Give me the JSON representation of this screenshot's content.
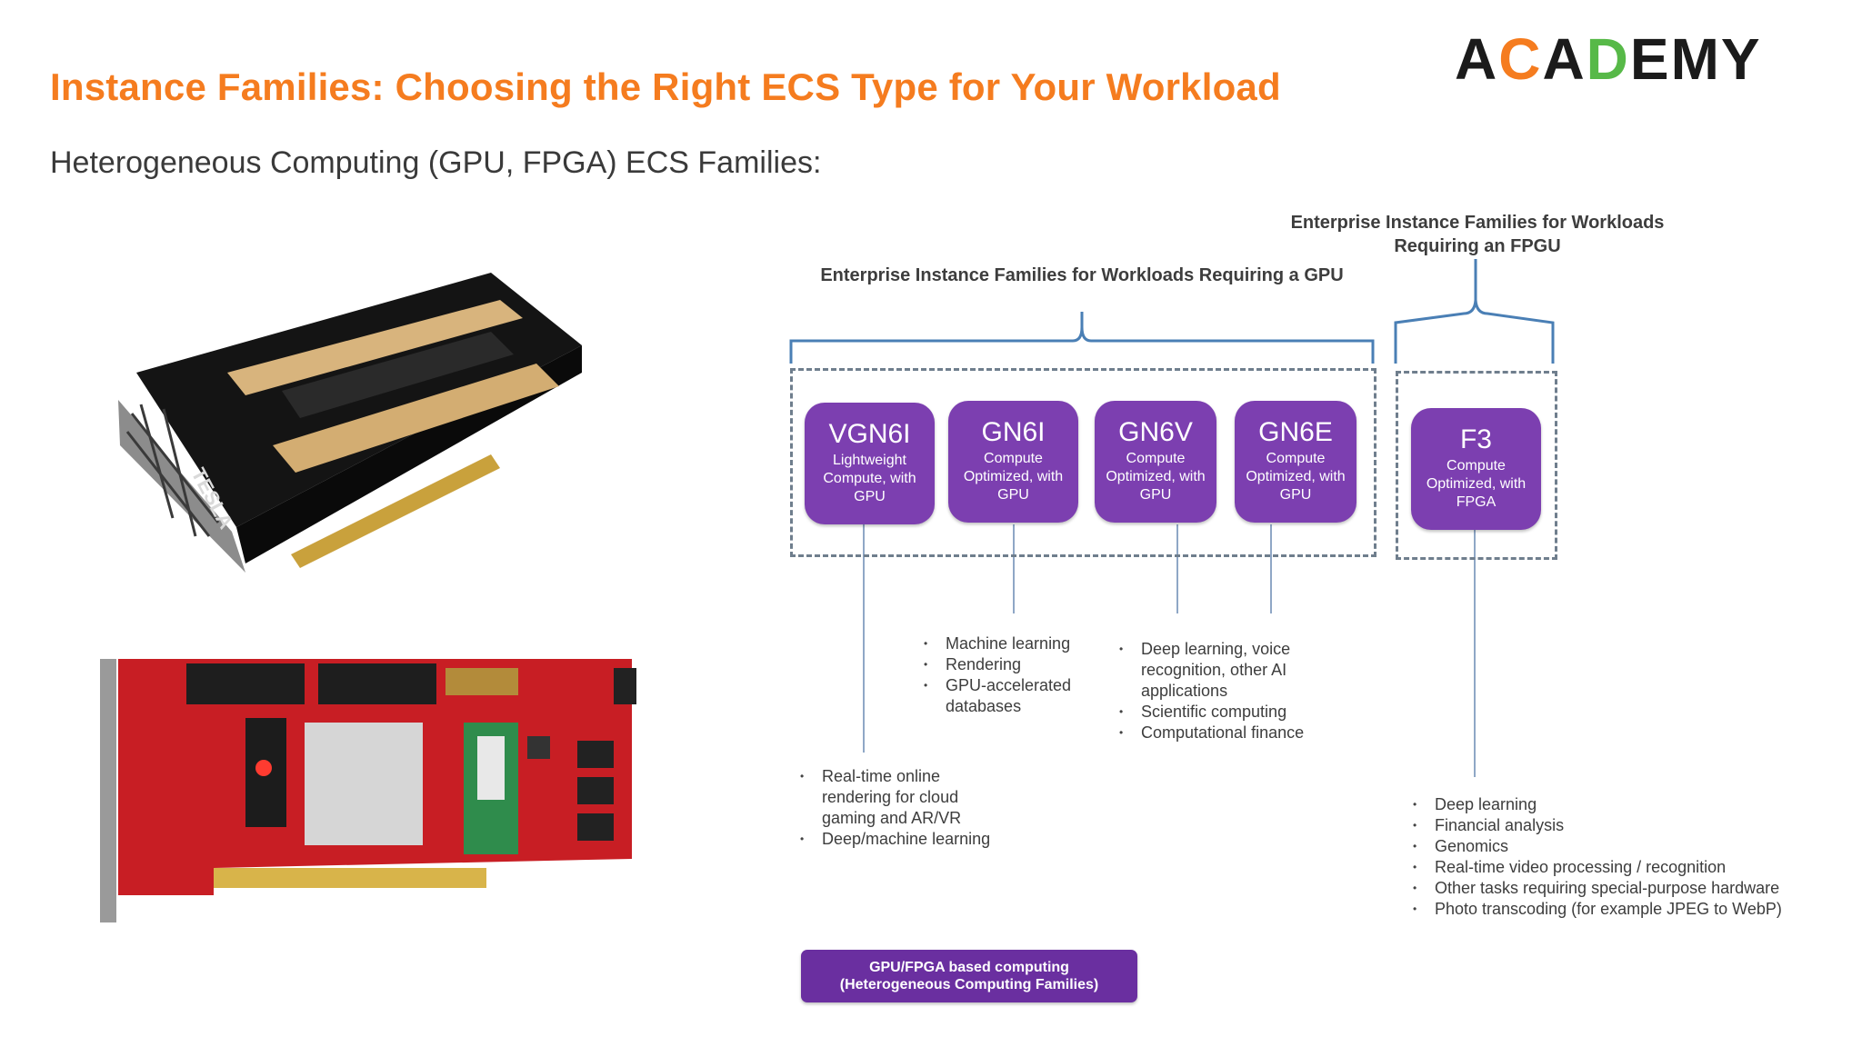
{
  "title": "Instance Families: Choosing the Right ECS Type for Your Workload",
  "subtitle": "Heterogeneous Computing (GPU, FPGA) ECS Families:",
  "logo": {
    "a": "A",
    "c": "C",
    "a2": "A",
    "d": "D",
    "rest": "EMY"
  },
  "gpu_heading": "Enterprise Instance Families for Workloads Requiring a GPU",
  "fpga_heading_line1": "Enterprise Instance Families for Workloads",
  "fpga_heading_line2": "Requiring an FPGU",
  "hardware": {
    "gpu_card_label": "TESLA"
  },
  "families": [
    {
      "name": "VGN6I",
      "desc": "Lightweight Compute, with GPU"
    },
    {
      "name": "GN6I",
      "desc": "Compute Optimized, with GPU"
    },
    {
      "name": "GN6V",
      "desc": "Compute Optimized, with GPU"
    },
    {
      "name": "GN6E",
      "desc": "Compute Optimized, with GPU"
    },
    {
      "name": "F3",
      "desc": "Compute Optimized, with FPGA"
    }
  ],
  "use_cases": {
    "vgn6i": [
      "Real-time online rendering for cloud gaming and AR/VR",
      "Deep/machine learning"
    ],
    "gn6i": [
      "Machine learning",
      "Rendering",
      "GPU-accelerated databases"
    ],
    "gn6v_gn6e": [
      "Deep learning, voice recognition, other AI applications",
      "Scientific computing",
      "Computational finance"
    ],
    "f3": [
      "Deep learning",
      "Financial analysis",
      "Genomics",
      "Real-time video processing / recognition",
      "Other tasks requiring special-purpose hardware",
      "Photo transcoding (for example JPEG to WebP)"
    ]
  },
  "bullet_char": "•",
  "footer_badge_line1": "GPU/FPGA based computing",
  "footer_badge_line2": "(Heterogeneous Computing  Families)",
  "colors": {
    "title": "#f57c1f",
    "card": "#7c3fb0",
    "badge": "#6a2fa0",
    "connector": "#4a7fb5",
    "dashed": "#6f7e8d"
  }
}
